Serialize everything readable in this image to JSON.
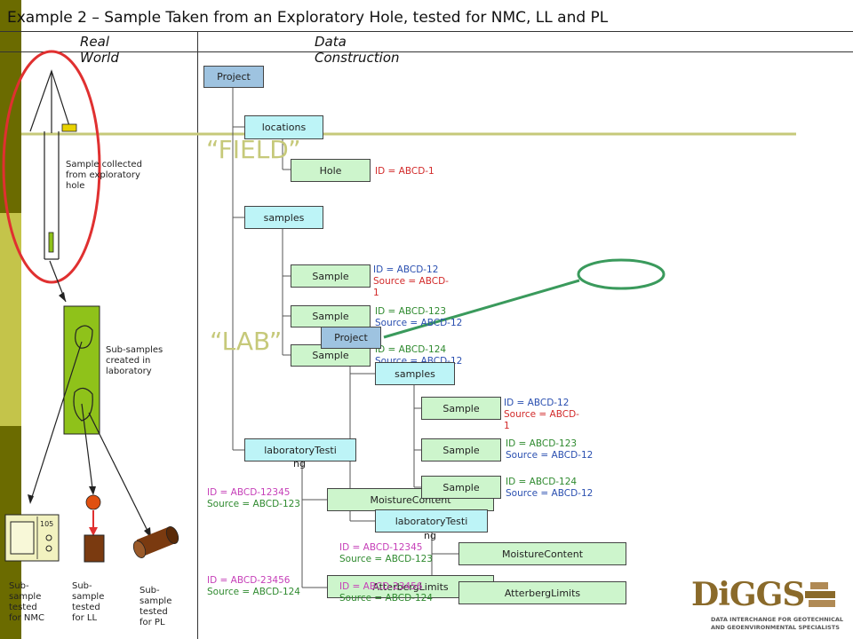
{
  "title": "Example 2 – Sample Taken from an Exploratory Hole, tested for NMC, LL and PL",
  "columns": {
    "real_world": [
      "Real",
      "World"
    ],
    "data_construction": [
      "Data",
      "Construction"
    ]
  },
  "colors": {
    "stripe_dark": "#6b6b00",
    "stripe_light": "#c4c44a",
    "box_blue": "#bdf4f7",
    "box_green": "#cdf5cc",
    "box_purple": "#9ec3e0",
    "field_line": "#c6c97a",
    "arrow_green": "#3a9a5c",
    "ellipse_red": "#e03030"
  },
  "labels": {
    "field": "“FIELD”",
    "lab": "“LAB”"
  },
  "real_world": {
    "sample_collected": "Sample collected from exploratory hole",
    "sub_samples_created": "Sub-samples created in laboratory",
    "nmc": [
      "Sub-",
      "sample",
      "tested",
      "for NMC"
    ],
    "ll": [
      "Sub-",
      "sample",
      "tested",
      "for LL"
    ],
    "pl": [
      "Sub-",
      "sample",
      "tested",
      "for PL"
    ],
    "oven_display": "105"
  },
  "tree1": {
    "project": "Project",
    "locations": "locations",
    "hole": "Hole",
    "samples": "samples",
    "sample": "Sample",
    "lab_testing": [
      "laboratoryTesti",
      "ng"
    ],
    "moisture": "MoistureContent",
    "atterberg": "AtterbergLimits"
  },
  "tree2": {
    "project": "Project",
    "samples": "samples",
    "sample": "Sample",
    "lab_testing": [
      "laboratoryTesti",
      "ng"
    ],
    "moisture": "MoistureContent",
    "atterberg": "AtterbergLimits"
  },
  "ids": {
    "hole": "ID = ABCD-1",
    "s12": [
      "ID = ABCD-12",
      "Source = ABCD-",
      "1"
    ],
    "s123": [
      "ID = ABCD-123",
      "Source = ABCD-12"
    ],
    "s124": [
      "ID = ABCD-124",
      "Source = ABCD-12"
    ],
    "mc": [
      "ID = ABCD-12345",
      "Source = ABCD-123"
    ],
    "al": [
      "ID = ABCD-23456",
      "Source = ABCD-124"
    ]
  },
  "logo": {
    "text": "DiGGS",
    "tagline": [
      "DATA INTERCHANGE FOR GEOTECHNICAL",
      "AND GEOENVIRONMENTAL SPECIALISTS"
    ]
  }
}
